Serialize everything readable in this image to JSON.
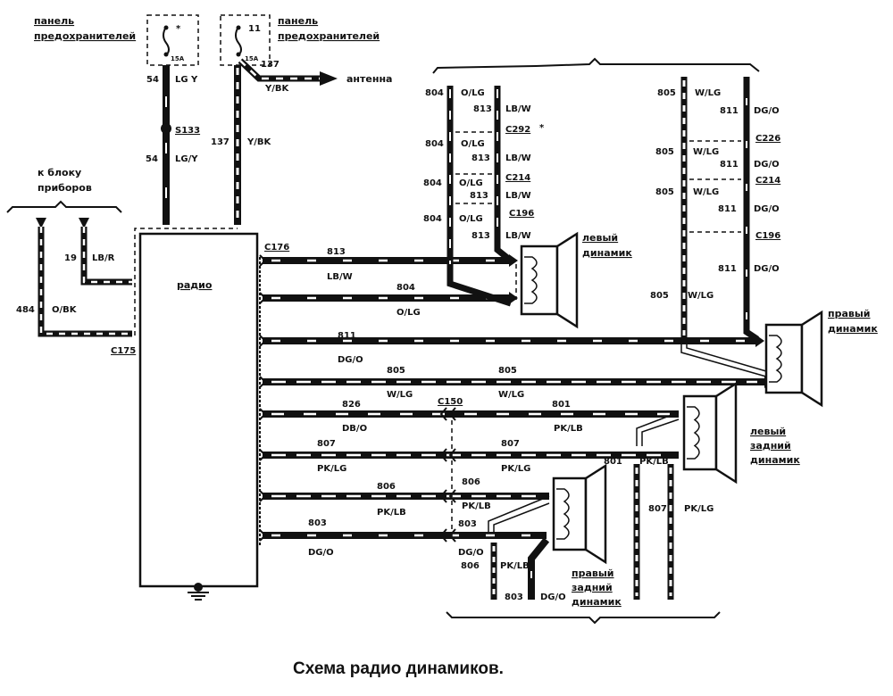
{
  "title": "Схема радио динамиков.",
  "components": {
    "radio": "радио",
    "fuse_panel_left": {
      "line1": "панель",
      "line2": "предохранителей",
      "fuse_no": "*",
      "rating": "15A"
    },
    "fuse_panel_right": {
      "line1": "панель",
      "line2": "предохранителей",
      "fuse_no": "11",
      "rating": "15A"
    },
    "antenna": "антенна",
    "instrument_cluster": {
      "line1": "к блоку",
      "line2": "приборов"
    },
    "front_left_speaker": {
      "line1": "левый",
      "line2": "динамик"
    },
    "front_right_speaker": {
      "line1": "правый",
      "line2": "динамик"
    },
    "rear_left_speaker": {
      "line1": "левый",
      "line2": "задний",
      "line3": "динамик"
    },
    "rear_right_speaker": {
      "line1": "правый",
      "line2": "задний",
      "line3": "динамик"
    }
  },
  "connectors": {
    "c176": "C176",
    "c175": "C175",
    "c150": "C150",
    "c292": "C292",
    "c292_mark": "*",
    "c214_left": "C214",
    "c196_left": "C196",
    "c226": "C226",
    "c214_right": "C214",
    "c196_right": "C196",
    "s133": "S133"
  },
  "wires": {
    "w54": {
      "circuit": "54",
      "color_top": "LG Y",
      "color": "LG/Y"
    },
    "w137": {
      "circuit": "137",
      "color": "Y/BK"
    },
    "w137_ant": {
      "circuit": "137",
      "color": "Y/BK"
    },
    "w19": {
      "circuit": "19",
      "color": "LB/R"
    },
    "w484": {
      "circuit": "484",
      "color": "O/BK"
    },
    "w813": {
      "circuit": "813",
      "color": "LB/W"
    },
    "w804": {
      "circuit": "804",
      "color": "O/LG"
    },
    "w811": {
      "circuit": "811",
      "color": "DG/O"
    },
    "w805": {
      "circuit": "805",
      "color": "W/LG"
    },
    "w826": {
      "circuit": "826",
      "color": "DB/O"
    },
    "w801": {
      "circuit": "801",
      "color": "PK/LB"
    },
    "w807": {
      "circuit": "807",
      "color": "PK/LG"
    },
    "w806": {
      "circuit": "806",
      "color": "PK/LB"
    },
    "w803": {
      "circuit": "803",
      "color": "DG/O"
    }
  }
}
